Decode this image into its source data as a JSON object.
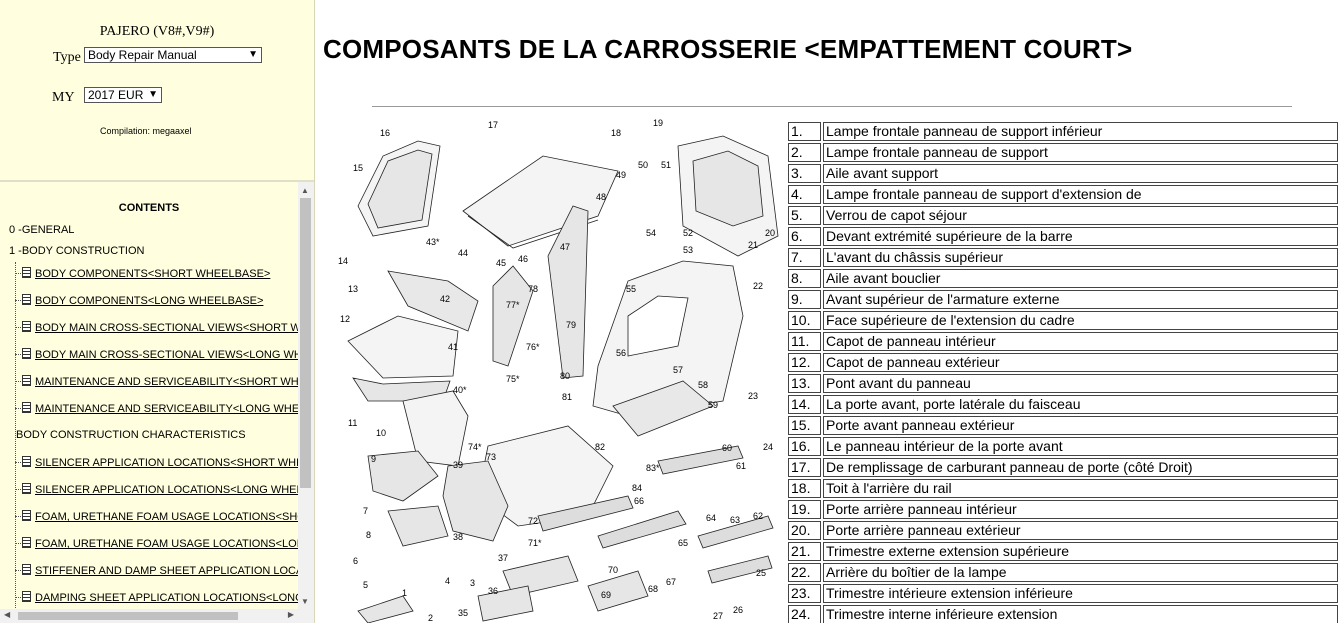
{
  "selector": {
    "model": "PAJERO (V8#,V9#)",
    "type_label": "Type",
    "type_value": "Body Repair Manual",
    "my_label": "MY",
    "my_value": "2017 EUR",
    "compilation": "Compilation: megaaxel"
  },
  "toc": {
    "title": "CONTENTS",
    "general": "0 -GENERAL",
    "body_construction": "1 -BODY CONSTRUCTION",
    "items": [
      "BODY COMPONENTS<SHORT WHEELBASE>",
      "BODY COMPONENTS<LONG WHEELBASE>",
      "BODY MAIN CROSS-SECTIONAL VIEWS<SHORT W",
      "BODY MAIN CROSS-SECTIONAL VIEWS<LONG WH",
      "MAINTENANCE AND SERVICEABILITY<SHORT WHI",
      "MAINTENANCE AND SERVICEABILITY<LONG WHEI",
      "BODY CONSTRUCTION CHARACTERISTICS",
      "SILENCER APPLICATION LOCATIONS<SHORT WHE",
      "SILENCER APPLICATION LOCATIONS<LONG WHEE",
      "FOAM, URETHANE FOAM USAGE LOCATIONS<SHO",
      "FOAM, URETHANE FOAM USAGE LOCATIONS<LON",
      "STIFFENER AND DAMP SHEET APPLICATION LOCA",
      "DAMPING SHEET APPLICATION LOCATIONS<LONG"
    ]
  },
  "main": {
    "title": "COMPOSANTS DE LA CARROSSERIE <EMPATTEMENT COURT>",
    "diagram_labels": [
      "1",
      "2",
      "3",
      "4",
      "5",
      "6",
      "7",
      "8",
      "9",
      "10",
      "11",
      "12",
      "13",
      "14",
      "15",
      "16",
      "17",
      "18",
      "19",
      "20",
      "21",
      "22",
      "23",
      "24",
      "25",
      "26",
      "27",
      "35",
      "36",
      "37",
      "38",
      "39",
      "40*",
      "41",
      "42",
      "43*",
      "44",
      "45",
      "46",
      "47",
      "48",
      "49",
      "50",
      "51",
      "52",
      "53",
      "54",
      "55",
      "56",
      "57",
      "58",
      "59",
      "60",
      "61",
      "62",
      "63",
      "64",
      "65",
      "66",
      "67",
      "68",
      "69",
      "70",
      "71*",
      "72",
      "73",
      "74*",
      "75*",
      "76*",
      "77*",
      "78",
      "79",
      "80",
      "81",
      "82",
      "83*",
      "84"
    ],
    "parts": [
      {
        "num": "1.",
        "desc": "Lampe frontale panneau de support inférieur"
      },
      {
        "num": "2.",
        "desc": "Lampe frontale panneau de support"
      },
      {
        "num": "3.",
        "desc": "Aile avant support"
      },
      {
        "num": "4.",
        "desc": "Lampe frontale panneau de support d'extension de"
      },
      {
        "num": "5.",
        "desc": "Verrou de capot séjour"
      },
      {
        "num": "6.",
        "desc": "Devant extrémité supérieure de la barre"
      },
      {
        "num": "7.",
        "desc": "L'avant du châssis supérieur"
      },
      {
        "num": "8.",
        "desc": "Aile avant bouclier"
      },
      {
        "num": "9.",
        "desc": "Avant supérieur de l'armature externe"
      },
      {
        "num": "10.",
        "desc": "Face supérieure de l'extension du cadre"
      },
      {
        "num": "11.",
        "desc": "Capot de panneau intérieur"
      },
      {
        "num": "12.",
        "desc": "Capot de panneau extérieur"
      },
      {
        "num": "13.",
        "desc": "Pont avant du panneau"
      },
      {
        "num": "14.",
        "desc": "La porte avant, porte latérale du faisceau"
      },
      {
        "num": "15.",
        "desc": "Porte avant panneau extérieur"
      },
      {
        "num": "16.",
        "desc": "Le panneau intérieur de la porte avant"
      },
      {
        "num": "17.",
        "desc": "De remplissage de carburant panneau de porte (côté Droit)"
      },
      {
        "num": "18.",
        "desc": "Toit à l'arrière du rail"
      },
      {
        "num": "19.",
        "desc": "Porte arrière panneau intérieur"
      },
      {
        "num": "20.",
        "desc": "Porte arrière panneau extérieur"
      },
      {
        "num": "21.",
        "desc": "Trimestre externe extension supérieure"
      },
      {
        "num": "22.",
        "desc": "Arrière du boîtier de la lampe"
      },
      {
        "num": "23.",
        "desc": "Trimestre intérieure extension inférieure"
      },
      {
        "num": "24.",
        "desc": "Trimestre interne inférieure extension"
      }
    ]
  }
}
